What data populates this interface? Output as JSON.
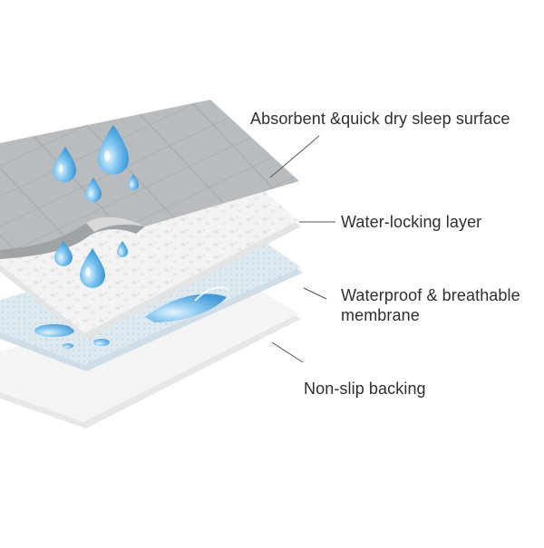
{
  "colors": {
    "surface_layer": "#b9bcbe",
    "locking_layer": "#f2f2f3",
    "membrane_layer": "#dfe9ee",
    "backing_layer": "#f4f4f5",
    "droplet": "#5aaee6",
    "callout_line": "#555555",
    "text": "#2f2f2f"
  },
  "layers": [
    {
      "id": "surface",
      "label": "Absorbent &quick dry sleep surface"
    },
    {
      "id": "locking",
      "label": "Water-locking layer"
    },
    {
      "id": "membrane",
      "label_line1": "Waterproof & breathable",
      "label_line2": "membrane"
    },
    {
      "id": "backing",
      "label": "Non-slip backing"
    }
  ],
  "icons": [
    "water-droplet-icon",
    "water-splash-icon"
  ]
}
